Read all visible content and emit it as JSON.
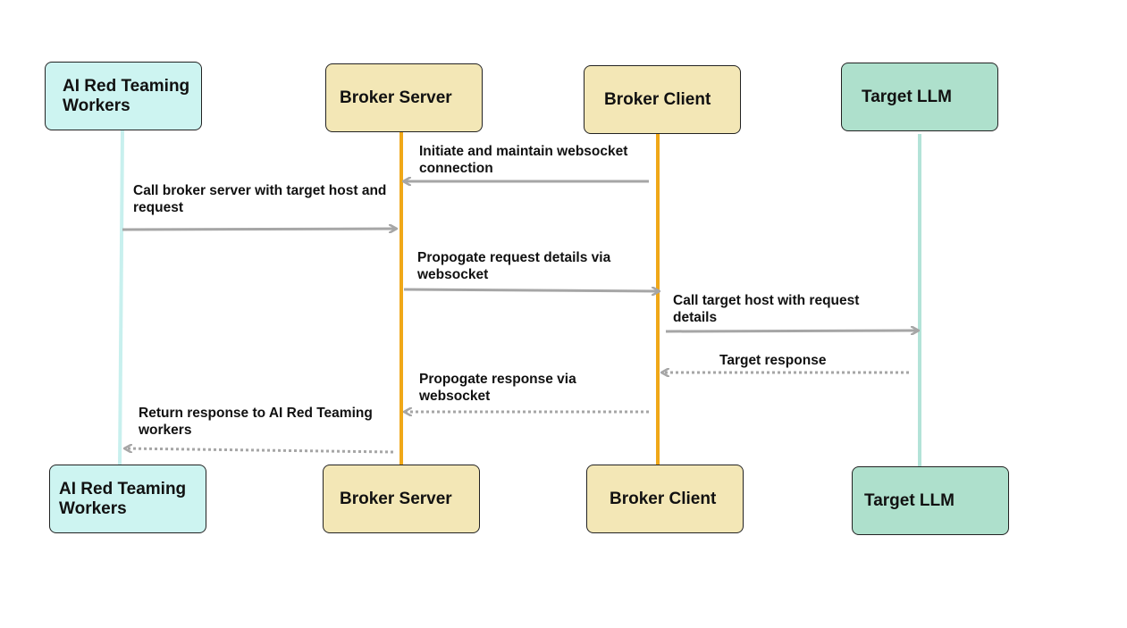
{
  "participants": {
    "ai_workers": {
      "label": "AI Red Teaming Workers",
      "color": "#cdf4f1",
      "line_color": "#c8f0ee"
    },
    "broker_server": {
      "label": "Broker Server",
      "color": "#f3e7b6",
      "line_color": "#f0a818"
    },
    "broker_client": {
      "label": "Broker Client",
      "color": "#f3e7b6",
      "line_color": "#f0a818"
    },
    "target_llm": {
      "label": "Target LLM",
      "color": "#aee0cc",
      "line_color": "#b3e3d8"
    }
  },
  "messages": [
    {
      "id": "ws-connect",
      "from": "broker_client",
      "to": "broker_server",
      "style": "solid",
      "label": "Initiate and maintain websocket connection"
    },
    {
      "id": "call-broker",
      "from": "ai_workers",
      "to": "broker_server",
      "style": "solid",
      "label": "Call broker server with target host and request"
    },
    {
      "id": "propagate-request",
      "from": "broker_server",
      "to": "broker_client",
      "style": "solid",
      "label": "Propogate request details via websocket"
    },
    {
      "id": "call-target",
      "from": "broker_client",
      "to": "target_llm",
      "style": "solid",
      "label": "Call target host with request details"
    },
    {
      "id": "target-response",
      "from": "target_llm",
      "to": "broker_client",
      "style": "dotted",
      "label": "Target response"
    },
    {
      "id": "propagate-response",
      "from": "broker_client",
      "to": "broker_server",
      "style": "dotted",
      "label": "Propogate response via websocket"
    },
    {
      "id": "return-response",
      "from": "broker_server",
      "to": "ai_workers",
      "style": "dotted",
      "label": "Return response to AI Red Teaming workers"
    }
  ],
  "arrow_color": "#a6a6a6"
}
